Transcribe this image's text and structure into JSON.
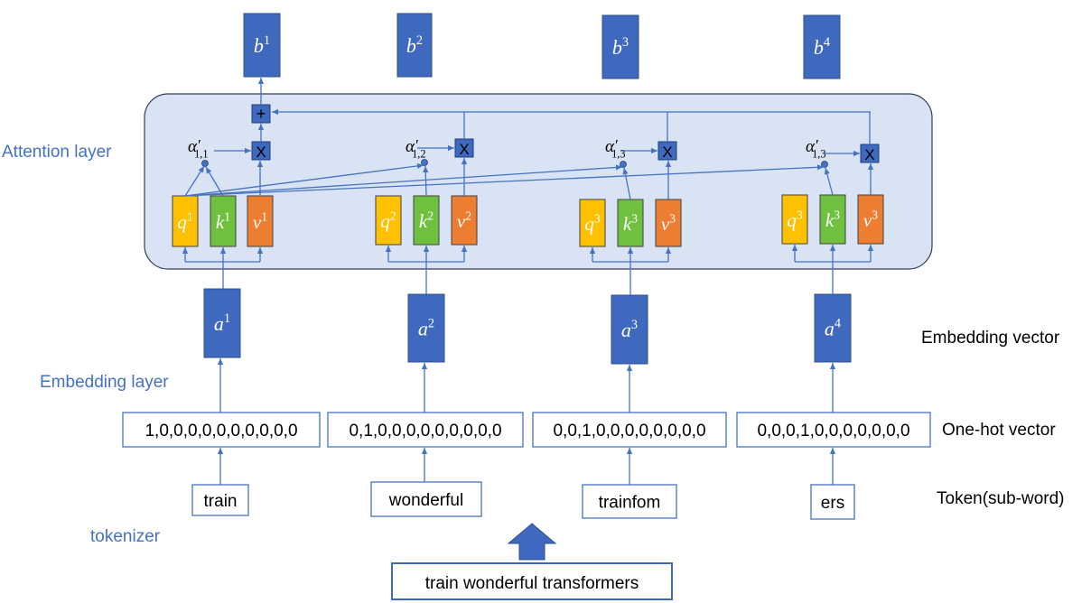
{
  "colors": {
    "blue_box": "#3F68BF",
    "blue_box_stroke": "#2F4F8F",
    "line": "#4472C4",
    "panel_fill": "#DAE3F3",
    "panel_stroke": "#2F3F5F",
    "q": "#FFC000",
    "k": "#70C040",
    "v": "#ED7D31",
    "label_blue": "#4472C4"
  },
  "labels": {
    "attention_layer": "Attention layer",
    "embedding_layer": "Embedding layer",
    "tokenizer": "tokenizer",
    "embedding_vector": "Embedding vector",
    "one_hot_vector": "One-hot vector",
    "token_subword": "Token(sub-word)"
  },
  "input_sentence": "train wonderful transformers",
  "columns": [
    {
      "token": "train",
      "onehot": "1,0,0,0,0,0,0,0,0,0,0",
      "embedding": {
        "base": "a",
        "sup": "1"
      },
      "q": {
        "base": "q",
        "sup": "1"
      },
      "k": {
        "base": "k",
        "sup": "1"
      },
      "v": {
        "base": "v",
        "sup": "1"
      },
      "alpha": {
        "base": "α",
        "prime": "′",
        "sub": "1,1"
      },
      "mult": "X",
      "output": {
        "base": "b",
        "sup": "1"
      }
    },
    {
      "token": "wonderful",
      "onehot": "0,1,0,0,0,0,0,0,0,0,0",
      "embedding": {
        "base": "a",
        "sup": "2"
      },
      "q": {
        "base": "q",
        "sup": "2"
      },
      "k": {
        "base": "k",
        "sup": "2"
      },
      "v": {
        "base": "v",
        "sup": "2"
      },
      "alpha": {
        "base": "α",
        "prime": "′",
        "sub": "1,2"
      },
      "mult": "X",
      "output": {
        "base": "b",
        "sup": "2"
      }
    },
    {
      "token": "trainfom",
      "onehot": "0,0,1,0,0,0,0,0,0,0,0",
      "embedding": {
        "base": "a",
        "sup": "3"
      },
      "q": {
        "base": "q",
        "sup": "3"
      },
      "k": {
        "base": "k",
        "sup": "3"
      },
      "v": {
        "base": "v",
        "sup": "3"
      },
      "alpha": {
        "base": "α",
        "prime": "′",
        "sub": "1,3"
      },
      "mult": "X",
      "output": {
        "base": "b",
        "sup": "3"
      }
    },
    {
      "token": "ers",
      "onehot": "0,0,0,1,0,0,0,0,0,0,0",
      "embedding": {
        "base": "a",
        "sup": "4"
      },
      "q": {
        "base": "q",
        "sup": "3"
      },
      "k": {
        "base": "k",
        "sup": "3"
      },
      "v": {
        "base": "v",
        "sup": "3"
      },
      "alpha": {
        "base": "α",
        "prime": "′",
        "sub": "1,3"
      },
      "mult": "X",
      "output": {
        "base": "b",
        "sup": "4"
      }
    }
  ],
  "sum_symbol": "+"
}
